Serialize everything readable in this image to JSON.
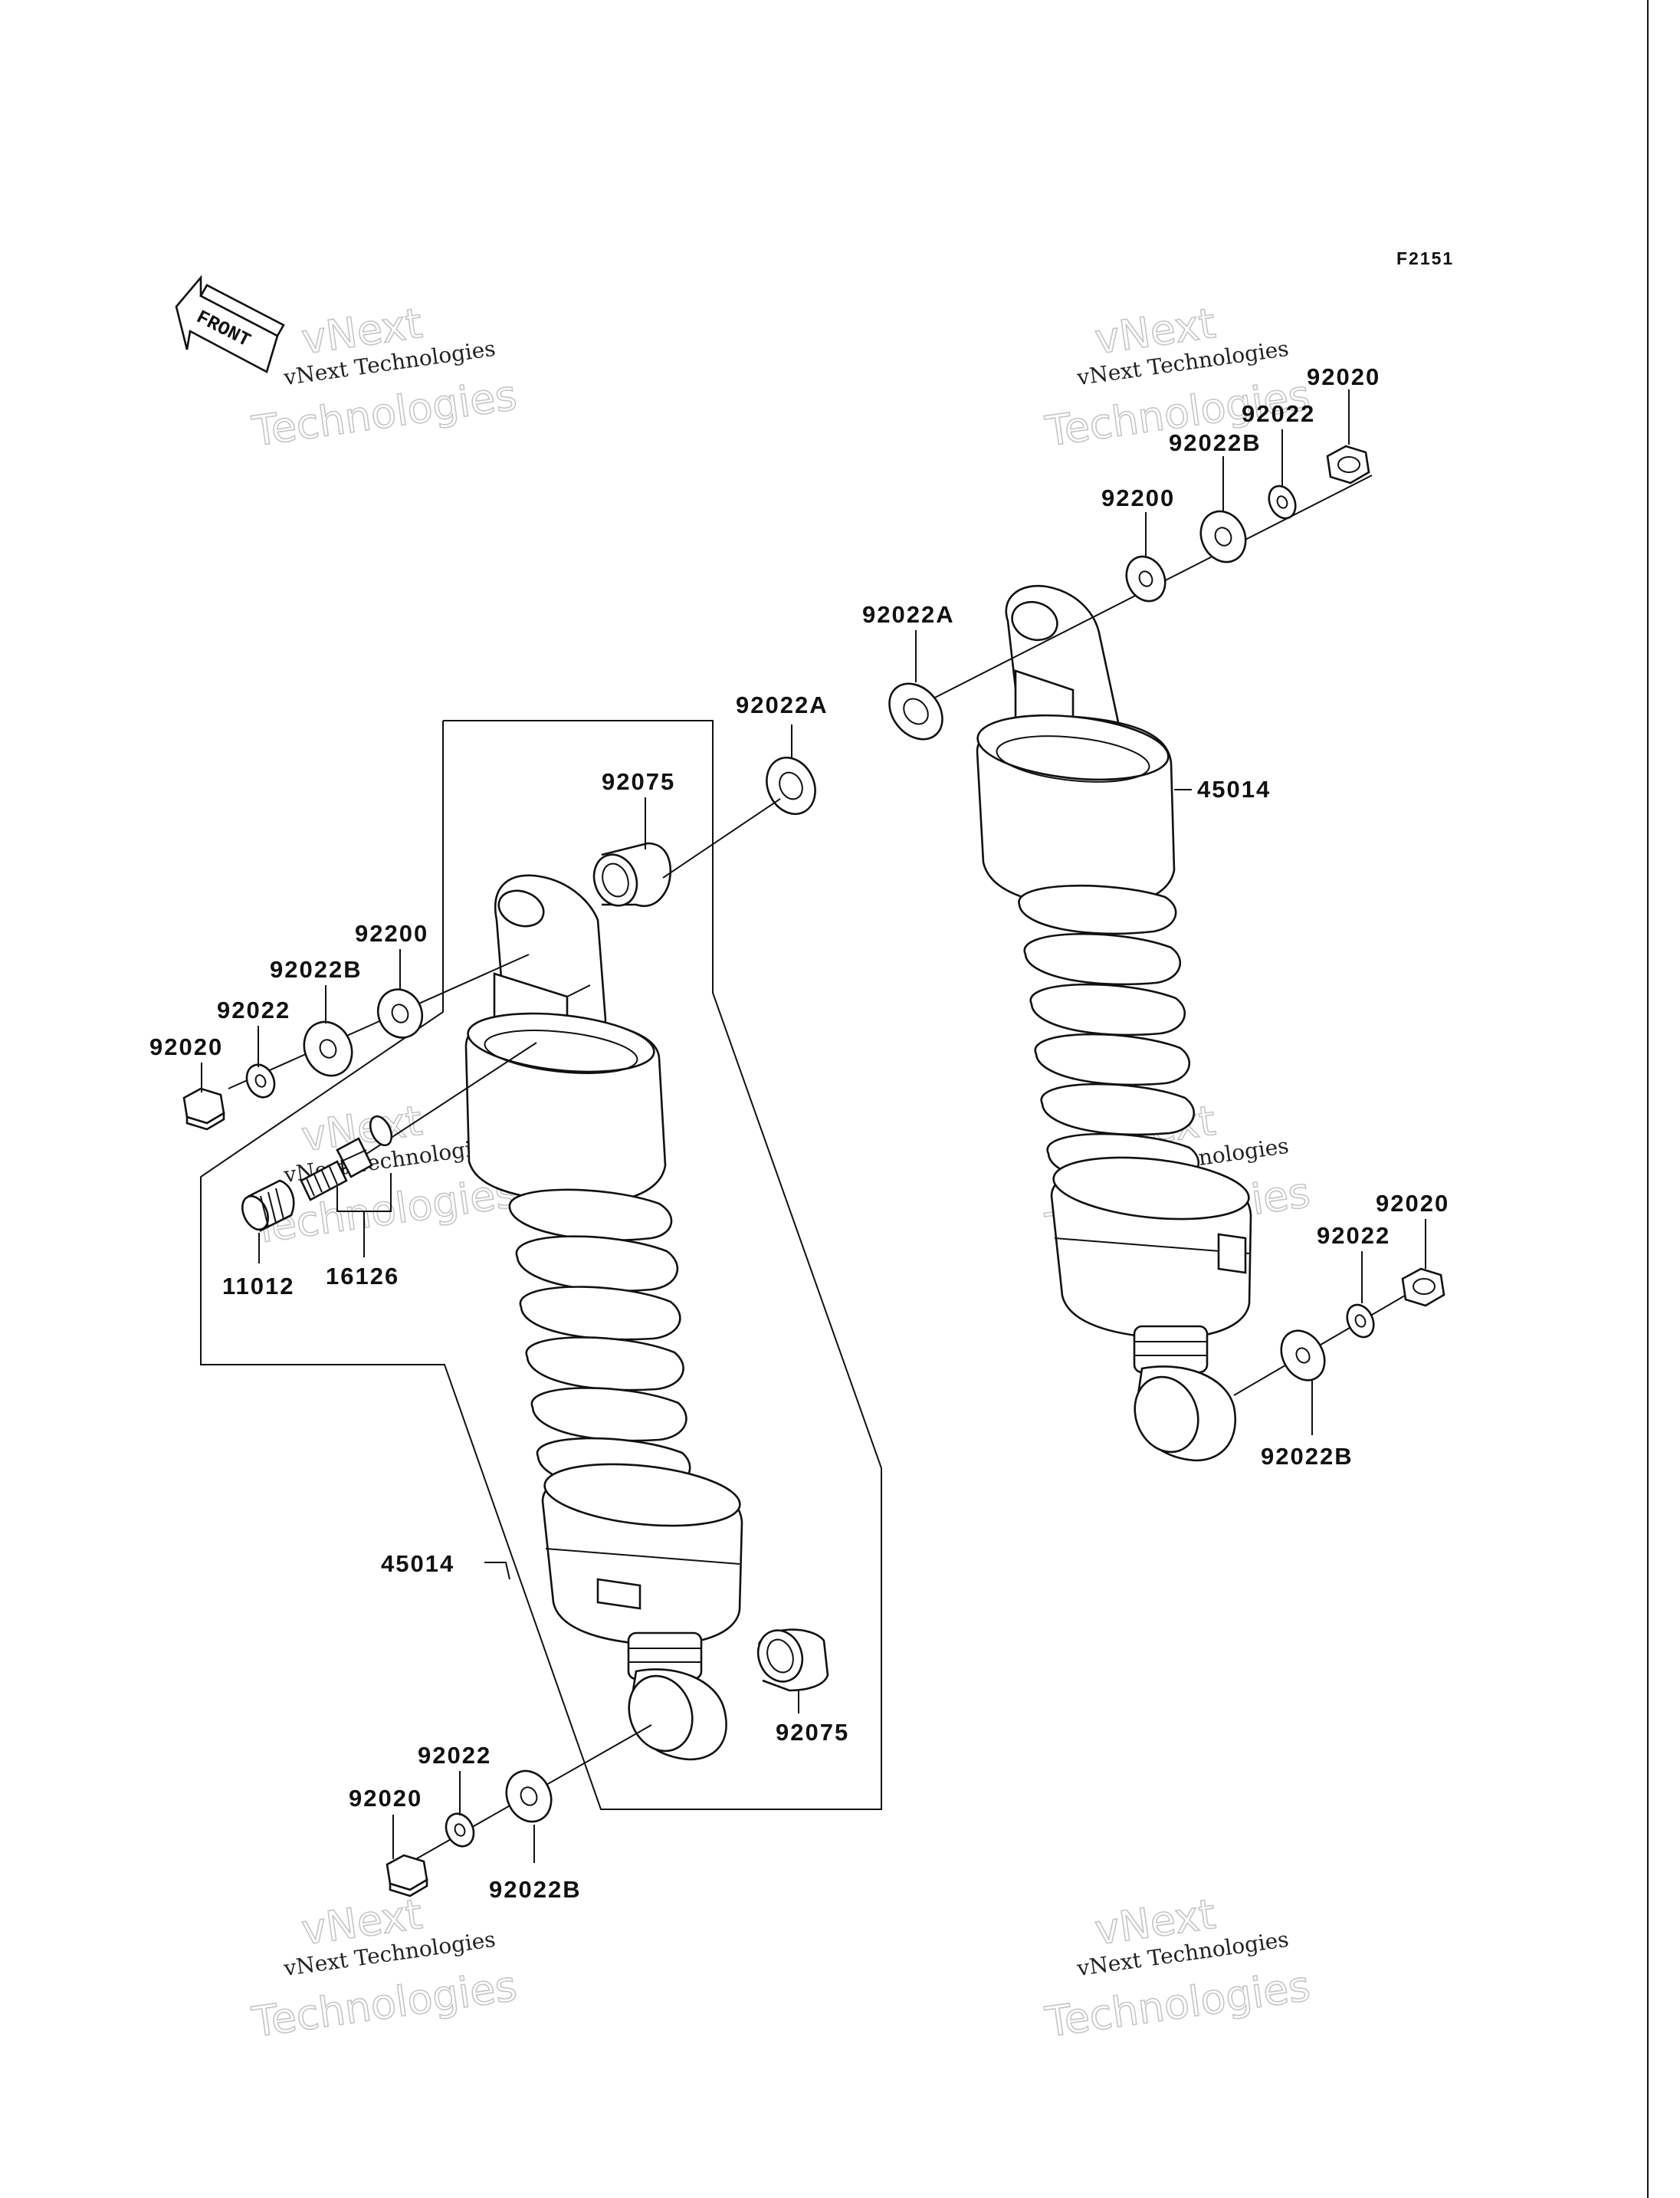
{
  "figure_code": "F2151",
  "front_label": "FRONT",
  "watermark": {
    "line1": "vNext",
    "line2": "vNext Technologies",
    "line3": "Technologies"
  },
  "left": {
    "p92022A": "92022A",
    "p92075_top": "92075",
    "p92200": "92200",
    "p92022B_top": "92022B",
    "p92022_top": "92022",
    "p92020_top": "92020",
    "p11012": "11012",
    "p16126": "16126",
    "p45014": "45014",
    "p92075_bottom": "92075",
    "p92022_bottom": "92022",
    "p92020_bottom": "92020",
    "p92022B_bottom": "92022B"
  },
  "right": {
    "p92020_top": "92020",
    "p92022_top": "92022",
    "p92022B_top": "92022B",
    "p92200": "92200",
    "p92022A": "92022A",
    "p45014": "45014",
    "p92020_bottom": "92020",
    "p92022_bottom": "92022",
    "p92022B_bottom": "92022B"
  }
}
